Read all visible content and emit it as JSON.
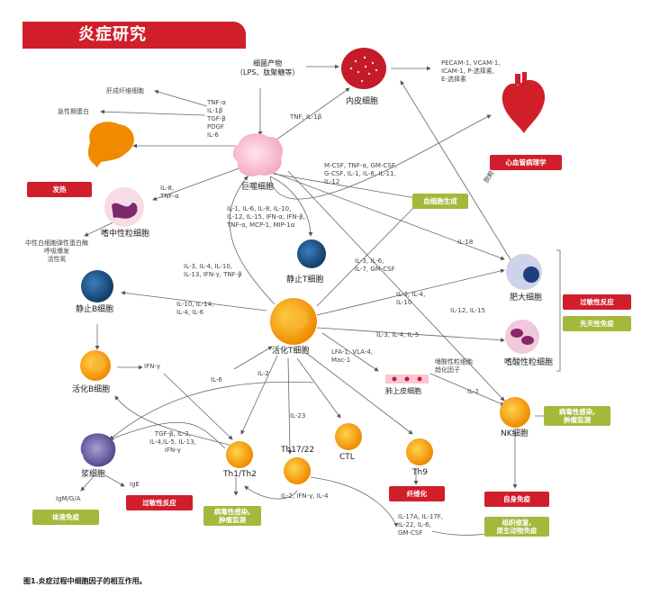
{
  "title": "炎症研究",
  "caption": "图1.炎症过程中细胞因子的相互作用。",
  "cells": {
    "bacteria": "细菌产物\n（LPS、肽聚糖等）",
    "endothelial": "内皮细胞",
    "macrophage": "巨噬细胞",
    "neutrophil": "嗜中性粒细胞",
    "resting_t": "静止T细胞",
    "resting_b": "静止B细胞",
    "activated_t": "活化T细胞",
    "activated_b": "活化B细胞",
    "plasma": "浆细胞",
    "th1th2": "Th1/Th2",
    "th17": "Th17/22",
    "ctl": "CTL",
    "th9": "Th9",
    "mast": "肥大细胞",
    "eosinophil": "嗜酸性粒细胞",
    "nk": "NK细胞",
    "lung_epi": "肺上皮细胞"
  },
  "labels": {
    "endothelial_products": "PECAM-1, VCAM-1,\nICAM-1, P-选择素,\nE-选择素",
    "fibroblast": "肝成纤维细胞",
    "acute_phase": "急性期蛋白",
    "macro_cytokines": "TNF-α\nIL-1β\nTGF-β\nPDGF\nIL-6",
    "tnf_il1b": "TNF, IL-1β",
    "il8_tnfa": "IL-8,\nTNF-α",
    "neutro_effects": "中性白细胞弹性蛋白酶\n呼吸爆发\n活性氧",
    "mcsf_group": "M-CSF, TNF-α, GM-CSF,\nG-CSF, IL-1, IL-6, IL-11,\nIL-12",
    "macro_to_t": "IL-1, IL-6, IL-8, IL-10,\nIL-12, IL-15, IFN-α, IFN-β,\nTNF-α, MCP-1, MIP-1α",
    "t_to_macro": "IL-3, IL-4, IL-10,\nIL-13, IFN-γ, TNF-β",
    "il18": "IL-18",
    "il3_6_7": "IL-3, IL-6,\nIL-7, GM-CSF",
    "t_to_b": "IL-10, IL-14,\nIL-4, IL-6",
    "t_to_mast": "IL-3, IL-4,\nIL-10",
    "il12_15": "IL-12, IL-15",
    "t_to_eos": "IL-3, IL-4, IL-5",
    "lfa": "LFA-1, VLA-4,\nMac-1",
    "ifng": "IFN-γ",
    "il6": "IL-6",
    "il2a": "IL-2",
    "il23": "IL-23",
    "eos_factor": "嗜酸性粒细胞\n趋化因子",
    "il2b": "IL-2",
    "tgf_group": "TGF-β, IL-2,\nIL-4,IL-5, IL-13,\nIFN-γ",
    "ige": "IgE",
    "igm": "IgM/G/A",
    "th17_cyto": "IL-2, IFN-γ, IL-4",
    "il17": "IL-17A, IL-17F,\nIL-22, IL-6,\nGM-CSF",
    "degranulation": "脱颗"
  },
  "tags": {
    "fever": "发热",
    "cardio": "心血管病理学",
    "hematopoiesis": "血细胞生成",
    "allergy1": "过敏性反应",
    "innate": "先天性免疫",
    "viral_nk": "病毒性感染,\n肿瘤监测",
    "allergy2": "过敏性反应",
    "humoral": "体液免疫",
    "viral_th": "病毒性感染,\n肿瘤监测",
    "fibrosis": "纤维化",
    "autoimmune": "自身免疫",
    "tissue_repair": "组织修复,\n原生动物免疫"
  },
  "colors": {
    "brand_red": "#d01f2b",
    "accent_green": "#a5b83c",
    "t_cell_orange": "#f5a623",
    "b_cell_blue": "#1f5a8c",
    "plasma_purple": "#6b5a9e"
  }
}
